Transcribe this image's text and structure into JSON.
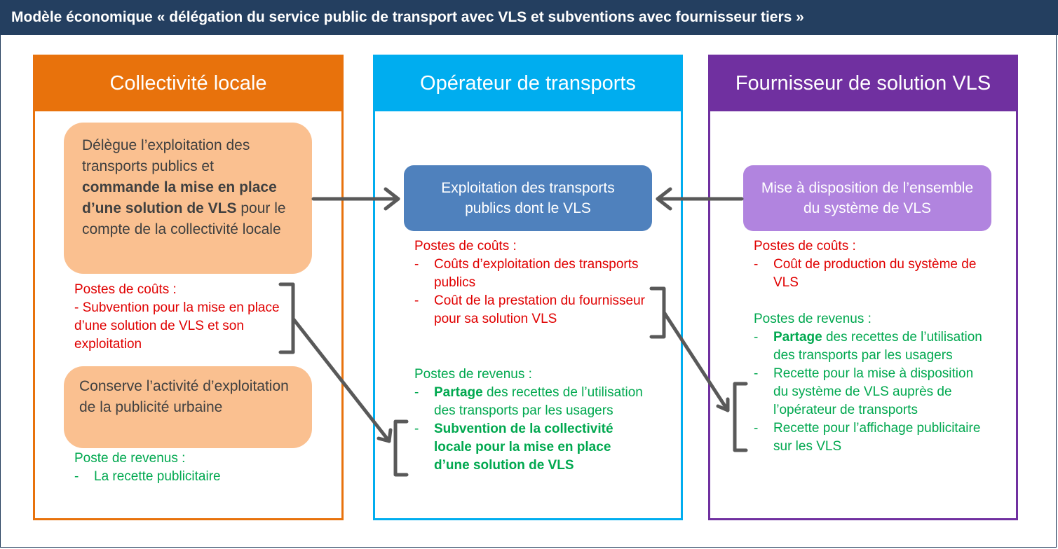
{
  "title": "Modèle économique « délégation du service public de transport  avec  VLS et subventions avec fournisseur tiers »",
  "colors": {
    "titlebar": "#243f60",
    "collectivite": "#e8720c",
    "operateur": "#00adef",
    "fournisseur": "#7030a0",
    "cost": "#e00000",
    "revenue": "#00a84f",
    "arrow": "#595959"
  },
  "columns": {
    "collectivite": {
      "header": "Collectivité  locale",
      "box1": {
        "p1": "Délègue l’exploitation des transports publics et ",
        "bold": "commande  la mise en place d’une solution de VLS",
        "p2": " pour le compte de la collectivité locale"
      },
      "costs_title": "Postes de coûts :",
      "costs_text": "- Subvention  pour la mise en place d’une solution de VLS et son exploitation",
      "box2": "Conserve  l’activité d’exploitation de la publicité urbaine",
      "revenue_title": "Poste de revenus  :",
      "revenue_dash": "-",
      "revenue_item": "La recette publicitaire"
    },
    "operateur": {
      "header": "Opérateur  de transports",
      "box": "Exploitation des transports publics dont le VLS",
      "costs_title": "Postes de coûts :",
      "costs": [
        "Coûts d’exploitation  des transports publics",
        "Coût de la prestation du fournisseur pour sa solution VLS"
      ],
      "revenue_title": "Postes de revenus  :",
      "rev1_bold": "Partage",
      "rev1_rest": " des recettes de l’utilisation  des transports par les usagers",
      "rev2_bold": "Subvention de la collectivité locale pour la mise en place d’une solution  de VLS",
      "dash": "-"
    },
    "fournisseur": {
      "header": "Fournisseur  de solution VLS",
      "box": "Mise à disposition de l’ensemble du système de VLS",
      "costs_title": "Postes de coûts :",
      "costs": [
        "Coût de production du système de VLS"
      ],
      "revenue_title": "Postes de revenus  :",
      "rev1_bold": "Partage",
      "rev1_rest": " des recettes de l’utilisation  des transports par les usagers",
      "rev2": "Recette pour la mise à disposition du système de VLS auprès de l’opérateur de transports",
      "rev3": "Recette pour l’affichage publicitaire sur les VLS",
      "dash": "-"
    }
  }
}
